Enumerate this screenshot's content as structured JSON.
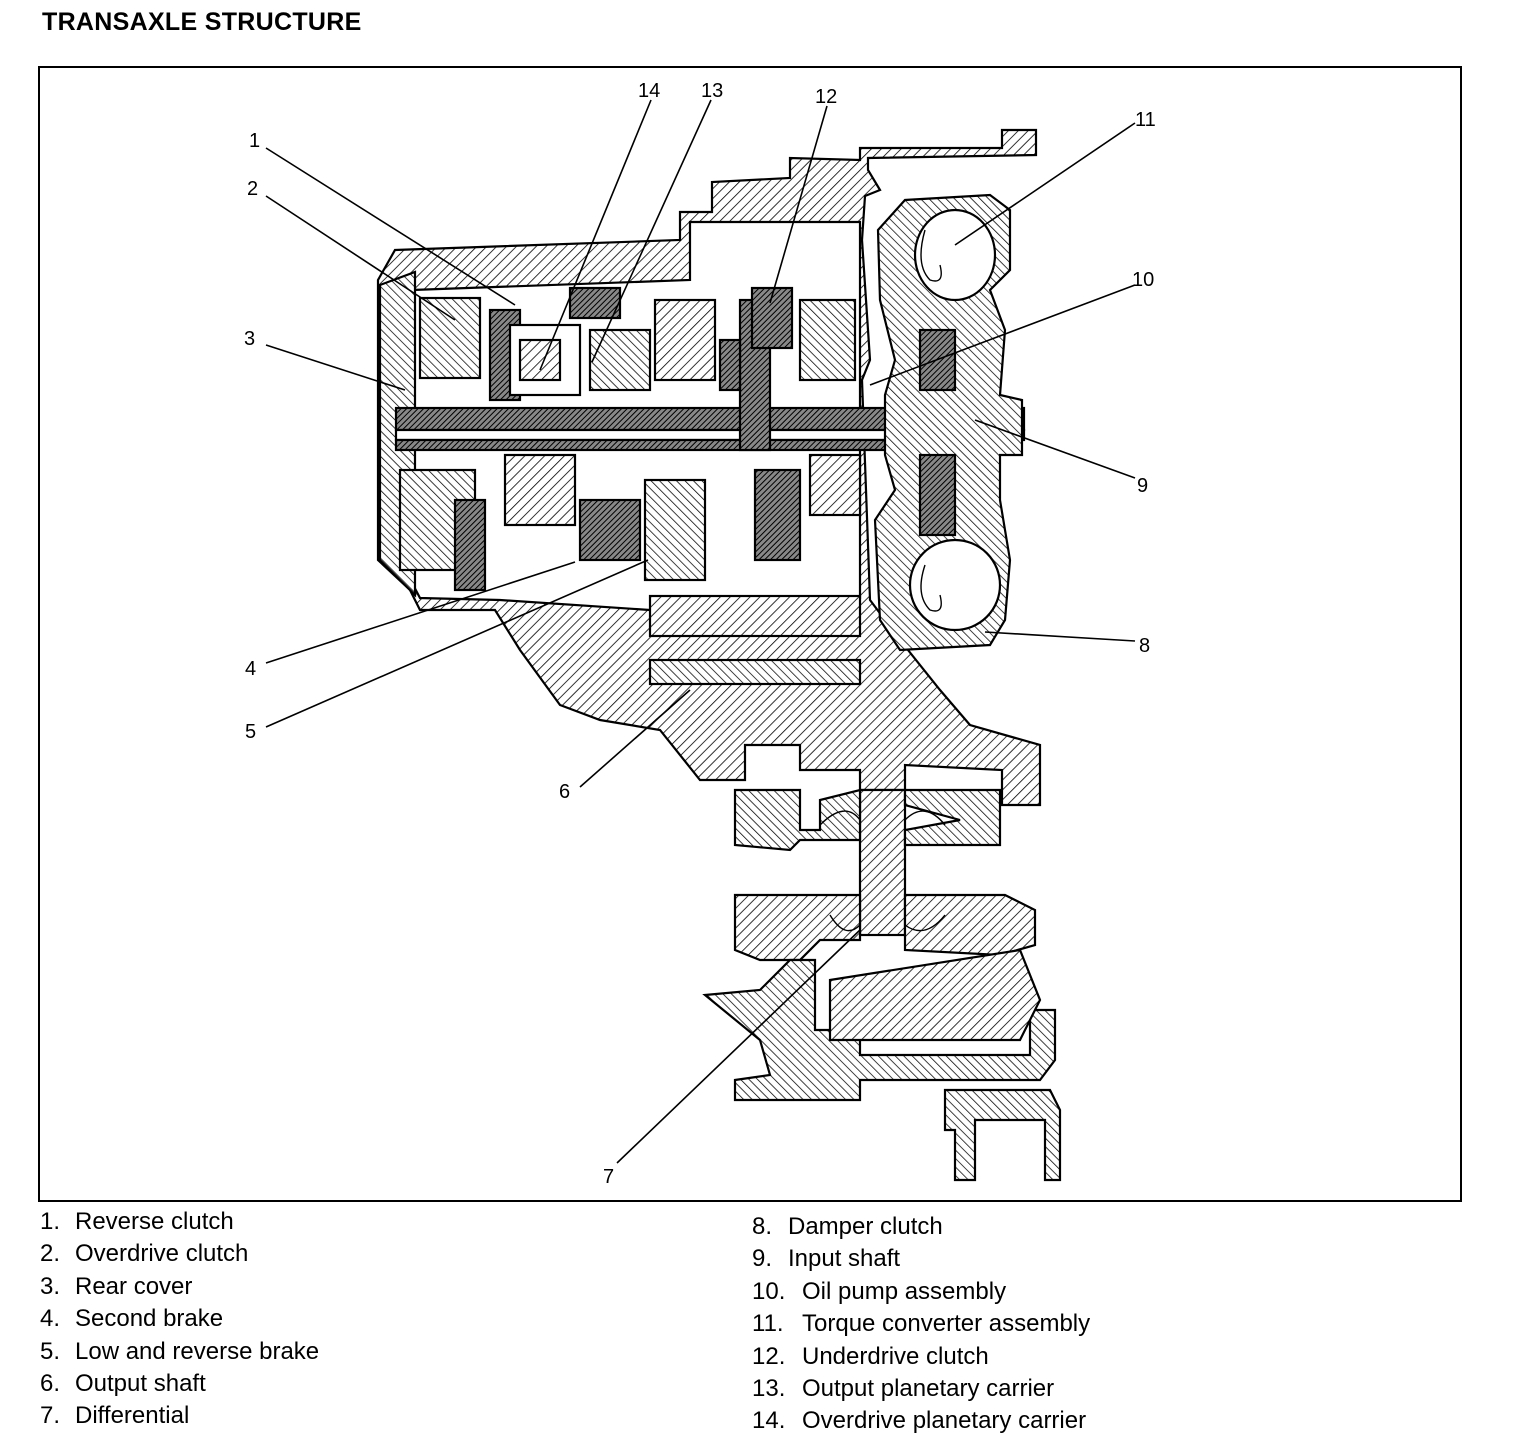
{
  "title": "TRANSAXLE STRUCTURE",
  "callouts": [
    "1",
    "2",
    "3",
    "4",
    "5",
    "6",
    "7",
    "8",
    "9",
    "10",
    "11",
    "12",
    "13",
    "14"
  ],
  "legend": [
    {
      "num": "1.",
      "label": "Reverse clutch"
    },
    {
      "num": "2.",
      "label": "Overdrive clutch"
    },
    {
      "num": "3.",
      "label": "Rear cover"
    },
    {
      "num": "4.",
      "label": "Second brake"
    },
    {
      "num": "5.",
      "label": "Low and reverse brake"
    },
    {
      "num": "6.",
      "label": "Output shaft"
    },
    {
      "num": "7.",
      "label": "Differential"
    },
    {
      "num": "8.",
      "label": "Damper clutch"
    },
    {
      "num": "9.",
      "label": "Input shaft"
    },
    {
      "num": "10.",
      "label": "Oil pump assembly"
    },
    {
      "num": "11.",
      "label": "Torque converter assembly"
    },
    {
      "num": "12.",
      "label": "Underdrive clutch"
    },
    {
      "num": "13.",
      "label": "Output planetary carrier"
    },
    {
      "num": "14.",
      "label": "Overdrive planetary carrier"
    }
  ]
}
